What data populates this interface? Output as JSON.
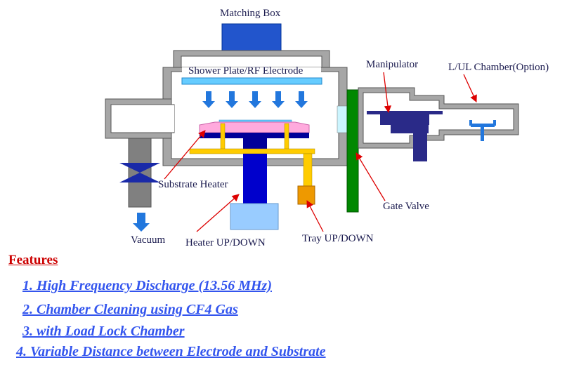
{
  "labels": {
    "matching_box": "Matching Box",
    "shower_plate": "Shower Plate/RF Electrode",
    "manipulator": "Manipulator",
    "lul_chamber": "L/UL Chamber(Option)",
    "substrate_heater": "Substrate Heater",
    "gate_valve": "Gate Valve",
    "vacuum": "Vacuum",
    "heater_updown": "Heater UP/DOWN",
    "tray_updown": "Tray UP/DOWN"
  },
  "features": {
    "title": "Features",
    "items": [
      "1. High Frequency Discharge (13.56 MHz)",
      "2. Chamber Cleaning using CF4 Gas",
      "3. with Load Lock Chamber",
      "4.  Variable Distance between Electrode and Substrate"
    ]
  },
  "colors": {
    "chamber_wall": "#a6a6a6",
    "electrode": "#66ccff",
    "heater": "#000099",
    "pink_plate": "#ffaadd",
    "tray": "#ffcc00",
    "gate_valve": "#008800",
    "matching_box": "#2255cc",
    "arrow_blue": "#2277dd",
    "features_title": "#cc0000",
    "feature_text": "#3355ee"
  }
}
